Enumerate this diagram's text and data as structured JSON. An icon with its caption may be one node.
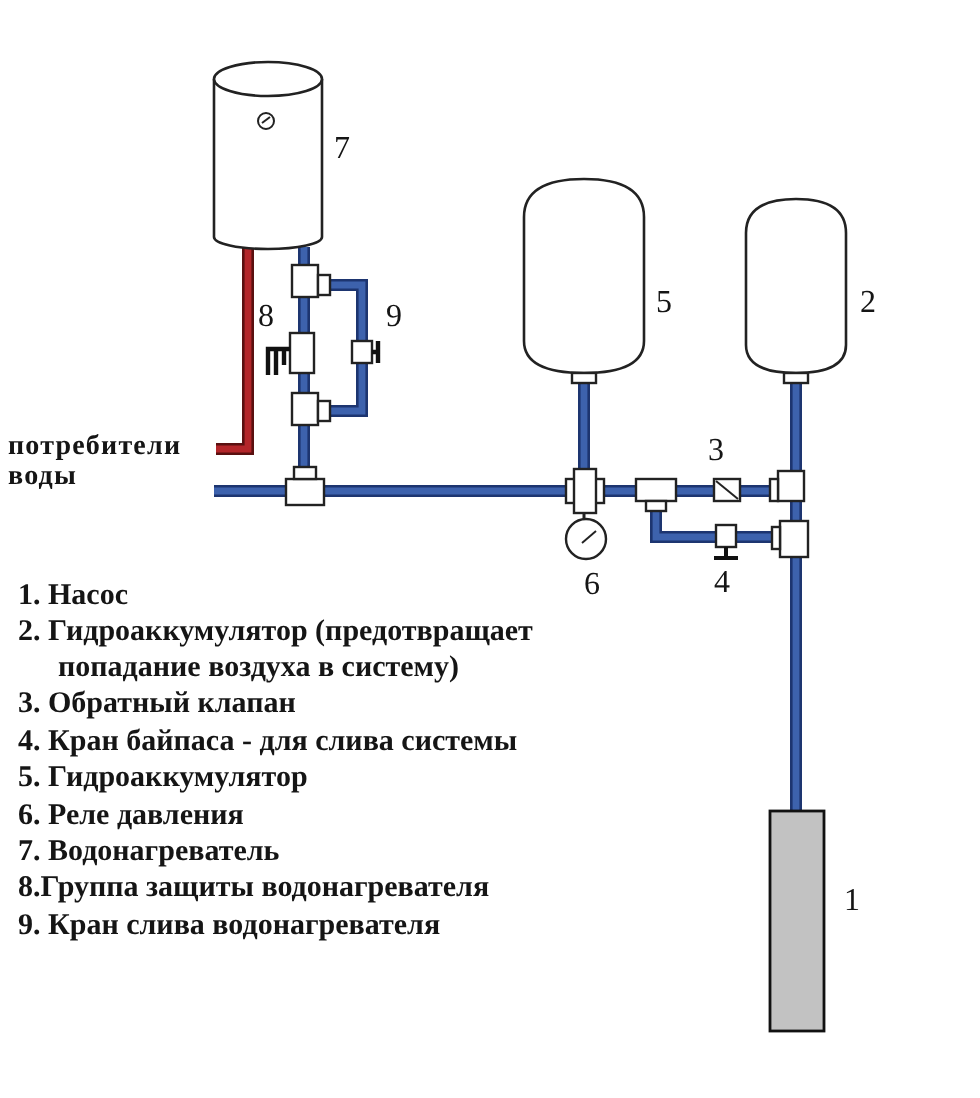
{
  "diagram": {
    "labels": [
      "7",
      "5",
      "2",
      "8",
      "9",
      "потребители воды",
      "3",
      "6",
      "4",
      "1. Насос",
      "2. Гидроаккумулятор (предотвращает попадание воздуха в систему)",
      "3. Обратный клапан",
      "4. Кран байпаса - для слива системы",
      "5. Гидроаккумулятор",
      "6. Реле давления",
      "7. Водонагреватель",
      "8.Группа защиты водонагревателя",
      "1",
      "9. Кран слива водонагревателя"
    ]
  }
}
